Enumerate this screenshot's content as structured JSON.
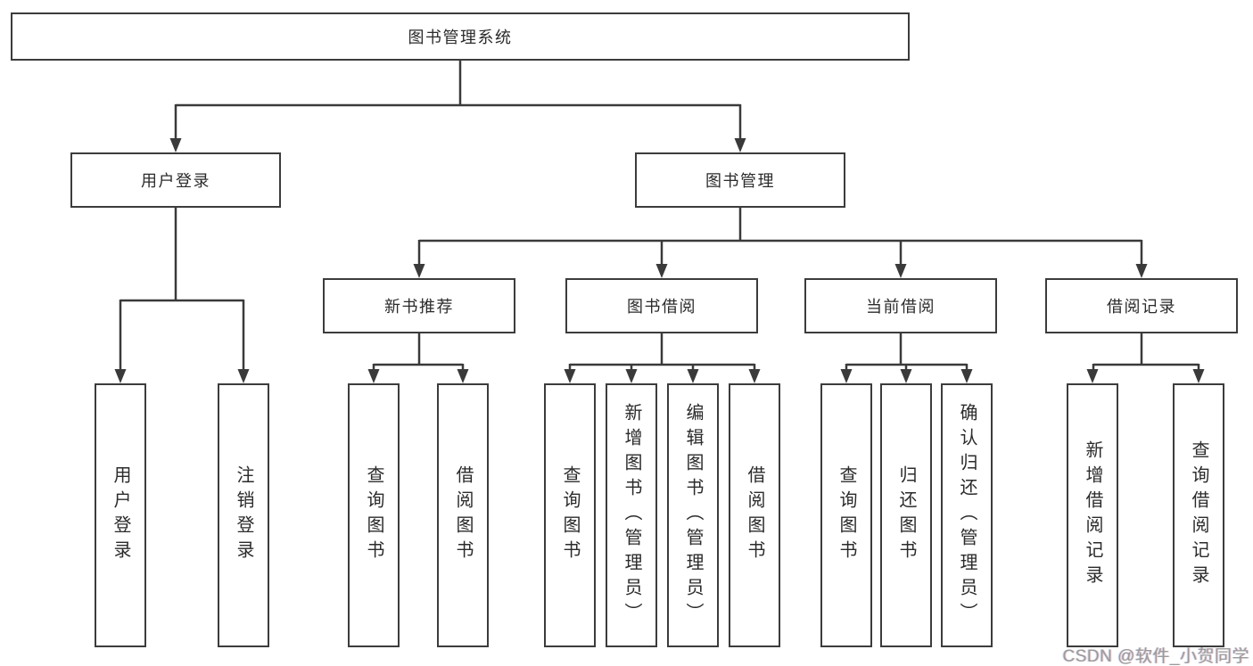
{
  "diagram": {
    "root": {
      "label": "图书管理系统",
      "children": [
        {
          "label": "用户登录",
          "children": [
            {
              "label": "用户登录"
            },
            {
              "label": "注销登录"
            }
          ]
        },
        {
          "label": "图书管理",
          "children": [
            {
              "label": "新书推荐",
              "children": [
                {
                  "label": "查询图书"
                },
                {
                  "label": "借阅图书"
                }
              ]
            },
            {
              "label": "图书借阅",
              "children": [
                {
                  "label": "查询图书"
                },
                {
                  "label": "新增图书（管理员）"
                },
                {
                  "label": "编辑图书（管理员）"
                },
                {
                  "label": "借阅图书"
                }
              ]
            },
            {
              "label": "当前借阅",
              "children": [
                {
                  "label": "查询图书"
                },
                {
                  "label": "归还图书"
                },
                {
                  "label": "确认归还（管理员）"
                }
              ]
            },
            {
              "label": "借阅记录",
              "children": [
                {
                  "label": "新增借阅记录"
                },
                {
                  "label": "查询借阅记录"
                }
              ]
            }
          ]
        }
      ]
    }
  },
  "watermark": {
    "text": "CSDN @软件_小贺同学"
  },
  "colors": {
    "line": "#3a3a3a",
    "box_border": "#3c3c3c",
    "background": "#ffffff",
    "text": "#2b2b2b",
    "watermark": "#9b9b9b"
  }
}
